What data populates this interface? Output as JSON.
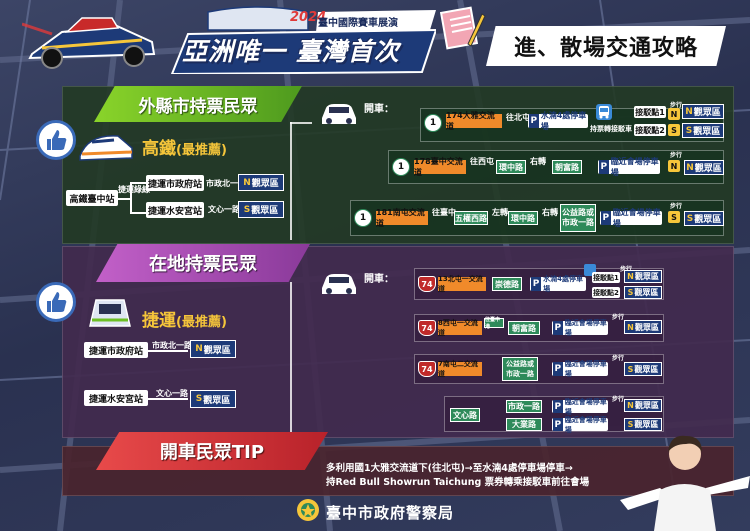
{
  "header": {
    "year": "2024",
    "event": "臺中國際賽車展演",
    "slogan": "亞洲唯一 臺灣首次",
    "strategy_title": "進、散場交通攻略",
    "notepad_icon": "notepad-pencil-icon",
    "car_icon": "race-car-icon"
  },
  "out_of_city": {
    "banner": "外縣市持票民眾",
    "drive_label": "開車：",
    "hsr": {
      "title": "高鐵",
      "recommend": "(最推薦)",
      "origin": "高鐵臺中站",
      "connect_label": "捷運綠線",
      "stop1": "捷運市政府站",
      "stop1_via": "市政北一路",
      "stop1_zone_letter": "N",
      "stop1_zone": "觀眾區",
      "stop2": "捷運水安宮站",
      "stop2_via": "文心一路",
      "stop2_zone_letter": "S",
      "stop2_zone": "觀眾區"
    },
    "routes": [
      {
        "shield": "1",
        "interchange": "174大雅交流道",
        "dir": "往北屯",
        "parking": "水湳4處停車場",
        "bus_icon": "bus-icon",
        "transfer_label": "持票轉接駁車",
        "shuttle1": "接駁點1",
        "shuttle2": "接駁點2",
        "walk": "步行",
        "zone1_letter": "N",
        "zone1": "觀眾區",
        "zone2_letter": "S",
        "zone2": "觀眾區"
      },
      {
        "shield": "1",
        "interchange": "178臺中交流道",
        "dir": "往西屯",
        "road1": "環中路",
        "turn": "右轉",
        "road2": "朝富路",
        "parking": "臨近會場停車場",
        "walk": "步行",
        "zone_letter": "N",
        "zone": "觀眾區"
      },
      {
        "shield": "1",
        "interchange": "181南屯交流道",
        "dir": "往臺中",
        "road1": "五權西路",
        "turn1": "左轉",
        "road2": "環中路",
        "turn2": "右轉",
        "road3": "公益路或市政一路",
        "parking": "臨近會場停車場",
        "walk": "步行",
        "zone_letter": "S",
        "zone": "觀眾區"
      }
    ]
  },
  "local": {
    "banner": "在地持票民眾",
    "drive_label": "開車：",
    "mrt": {
      "title": "捷運",
      "recommend": "(最推薦)",
      "stop1": "捷運市政府站",
      "stop1_via": "市政北一路",
      "stop1_zone_letter": "N",
      "stop1_zone": "觀眾區",
      "stop2": "捷運水安宮站",
      "stop2_via": "文心一路",
      "stop2_zone_letter": "S",
      "stop2_zone": "觀眾區"
    },
    "routes": [
      {
        "shield": "74",
        "interchange": "13北屯一交流道",
        "road1": "崇德路",
        "parking": "水湳4處停車場",
        "bus_icon": "bus-icon",
        "shuttle1": "接駁點1",
        "shuttle2": "接駁點2",
        "walk": "步行",
        "zone1_letter": "N",
        "zone1": "觀眾區",
        "zone2_letter": "S",
        "zone2": "觀眾區"
      },
      {
        "shield": "74",
        "interchange": "8西屯一交流道",
        "via": "往臺中港",
        "road1": "朝富路",
        "parking": "臨近會場停車場",
        "walk": "步行",
        "zone_letter": "N",
        "zone": "觀眾區"
      },
      {
        "shield": "74",
        "interchange": "7南屯二交流道",
        "road1": "公益路或市政一路",
        "parking": "臨近會場停車場",
        "walk": "步行",
        "zone_letter": "S",
        "zone": "觀眾區"
      },
      {
        "road0": "文心路",
        "road1": "市政一路",
        "road2": "大業路",
        "parking1": "臨近會場停車場",
        "parking2": "臨近會場停車場",
        "walk": "步行",
        "zone1_letter": "N",
        "zone1": "觀眾區",
        "zone2_letter": "S",
        "zone2": "觀眾區"
      }
    ]
  },
  "tip": {
    "banner": "開車民眾TIP",
    "line1": "多利用國1大雅交流道下(往北屯)→至水湳4處停車場停車→",
    "line2": "持Red Bull Showrun Taichung 票券轉乘接駁車前往會場"
  },
  "footer": {
    "org": "臺中市政府警察局",
    "badge_icon": "police-badge-icon"
  },
  "colors": {
    "green_banner": "#6cbf24",
    "purple_banner": "#a84cb4",
    "red_banner": "#d03434",
    "zone_blue": "#1d3a78",
    "accent_yellow": "#f6c63a",
    "interchange_orange": "#f08a2a"
  }
}
